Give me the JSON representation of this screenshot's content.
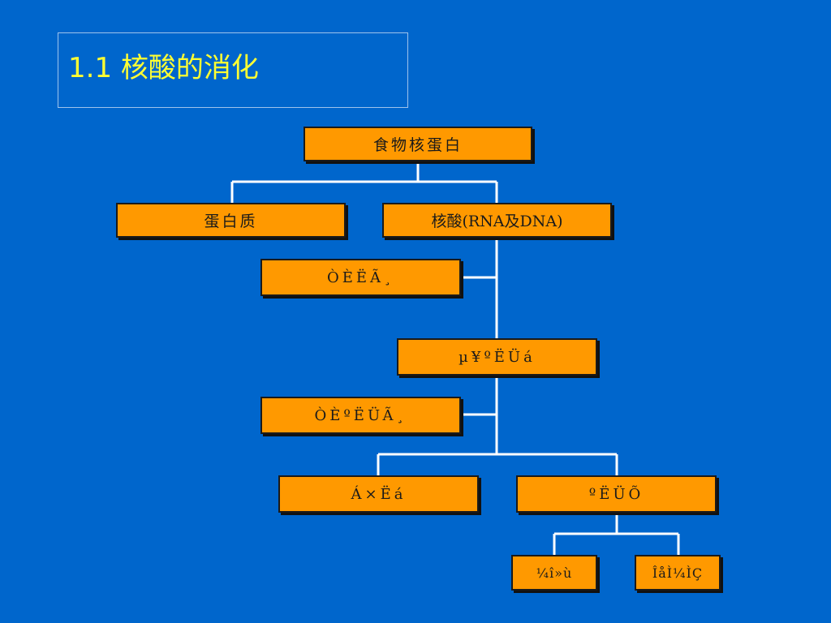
{
  "slide": {
    "title": "1.1 核酸的消化"
  },
  "diagram": {
    "root": "食物核蛋白",
    "protein": "蛋白质",
    "nucleic_acid": "核酸(RNA及DNA)",
    "enzyme1": "ÒÈËÃ¸",
    "nucleotide": "µ¥ºËÜá",
    "enzyme2": "ÒÈºËÜÃ¸",
    "phosphate": "Á×Ëá",
    "nucleoside": "ºËÜÕ",
    "base": "¼î»ù",
    "sugar": "ÎåÌ¼ÌÇ"
  },
  "colors": {
    "background": "#0066cc",
    "node_fill": "#ff9900",
    "title_text": "#ffff33",
    "connector": "#ffffff"
  }
}
